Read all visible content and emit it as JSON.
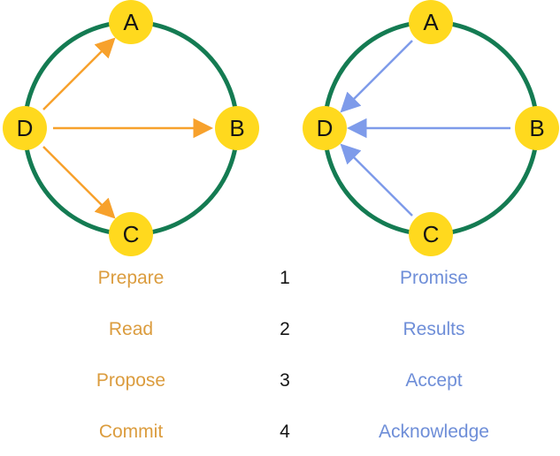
{
  "colors": {
    "ring_green": "#147B52",
    "node_yellow": "#FFD91E",
    "node_text": "#141414",
    "send_arrow_orange": "#F7A12C",
    "send_label_orange": "#DB9C3E",
    "reply_arrow_blue": "#7E9BEA",
    "reply_label_blue": "#6E8ED8",
    "number_black": "#141414"
  },
  "diagrams": [
    {
      "id": "send-phase",
      "description": "arrows from D out to A, B, C",
      "nodes": [
        {
          "label": "A"
        },
        {
          "label": "B"
        },
        {
          "label": "C"
        },
        {
          "label": "D"
        }
      ]
    },
    {
      "id": "reply-phase",
      "description": "arrows from A, B, C in to D",
      "nodes": [
        {
          "label": "A"
        },
        {
          "label": "B"
        },
        {
          "label": "C"
        },
        {
          "label": "D"
        }
      ]
    }
  ],
  "legend": {
    "rows": [
      {
        "left": "Prepare",
        "num": "1",
        "right": "Promise"
      },
      {
        "left": "Read",
        "num": "2",
        "right": "Results"
      },
      {
        "left": "Propose",
        "num": "3",
        "right": "Accept"
      },
      {
        "left": "Commit",
        "num": "4",
        "right": "Acknowledge"
      }
    ]
  }
}
